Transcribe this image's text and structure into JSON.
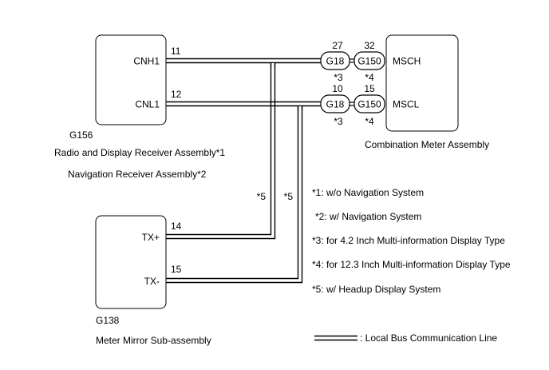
{
  "components": {
    "radio": {
      "code": "G156",
      "name_line1": "Radio and Display Receiver Assembly*1",
      "name_line2": "Navigation Receiver Assembly*2",
      "pin_top_label": "CNH1",
      "pin_top_num": "11",
      "pin_bottom_label": "CNL1",
      "pin_bottom_num": "12"
    },
    "meter": {
      "name": "Combination Meter Assembly",
      "pin_top_label": "MSCH",
      "pin_bottom_label": "MSCL"
    },
    "mirror": {
      "code": "G138",
      "name": "Meter Mirror Sub-assembly",
      "pin_top_label": "TX+",
      "pin_top_num": "14",
      "pin_bottom_label": "TX-",
      "pin_bottom_num": "15"
    }
  },
  "connectors": {
    "top_row": {
      "left": {
        "code": "G18",
        "pin": "27",
        "note": "*3"
      },
      "right": {
        "code": "G150",
        "pin": "32",
        "note": "*4"
      }
    },
    "bottom_row": {
      "left": {
        "code": "G18",
        "pin": "10",
        "note": "*3"
      },
      "right": {
        "code": "G150",
        "pin": "15",
        "note": "*4"
      }
    }
  },
  "wire_notes": {
    "left": "*5",
    "right": "*5"
  },
  "footnotes": [
    "*1: w/o Navigation System",
    "*2: w/ Navigation System",
    "*3: for 4.2 Inch Multi-information Display Type",
    "*4: for 12.3 Inch Multi-information Display Type",
    "*5: w/ Headup Display System"
  ],
  "legend": {
    "label": ": Local Bus Communication Line"
  }
}
